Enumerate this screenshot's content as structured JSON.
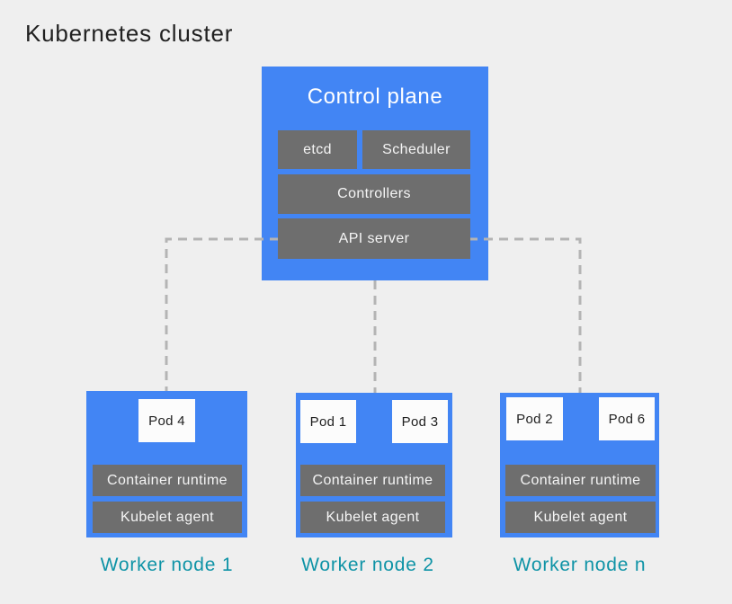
{
  "title": "Kubernetes cluster",
  "colors": {
    "canvas-bg": "#EFEFEF",
    "node-blue": "#4285F4",
    "component-gray": "#6E6E6E",
    "pod-white": "#FCFCFC",
    "label-teal": "#0E93A6",
    "connector-gray": "#B4B4B4",
    "title-dark": "#212121"
  },
  "control_plane": {
    "title": "Control plane",
    "components": [
      "etcd",
      "Scheduler",
      "Controllers",
      "API server"
    ]
  },
  "worker_nodes": [
    {
      "label": "Worker node 1",
      "pods": [
        "Pod 4"
      ],
      "components": [
        "Container runtime",
        "Kubelet agent"
      ]
    },
    {
      "label": "Worker node 2",
      "pods": [
        "Pod 1",
        "Pod 3"
      ],
      "components": [
        "Container runtime",
        "Kubelet agent"
      ]
    },
    {
      "label": "Worker node n",
      "pods": [
        "Pod 2",
        "Pod 6"
      ],
      "components": [
        "Container runtime",
        "Kubelet agent"
      ]
    }
  ]
}
